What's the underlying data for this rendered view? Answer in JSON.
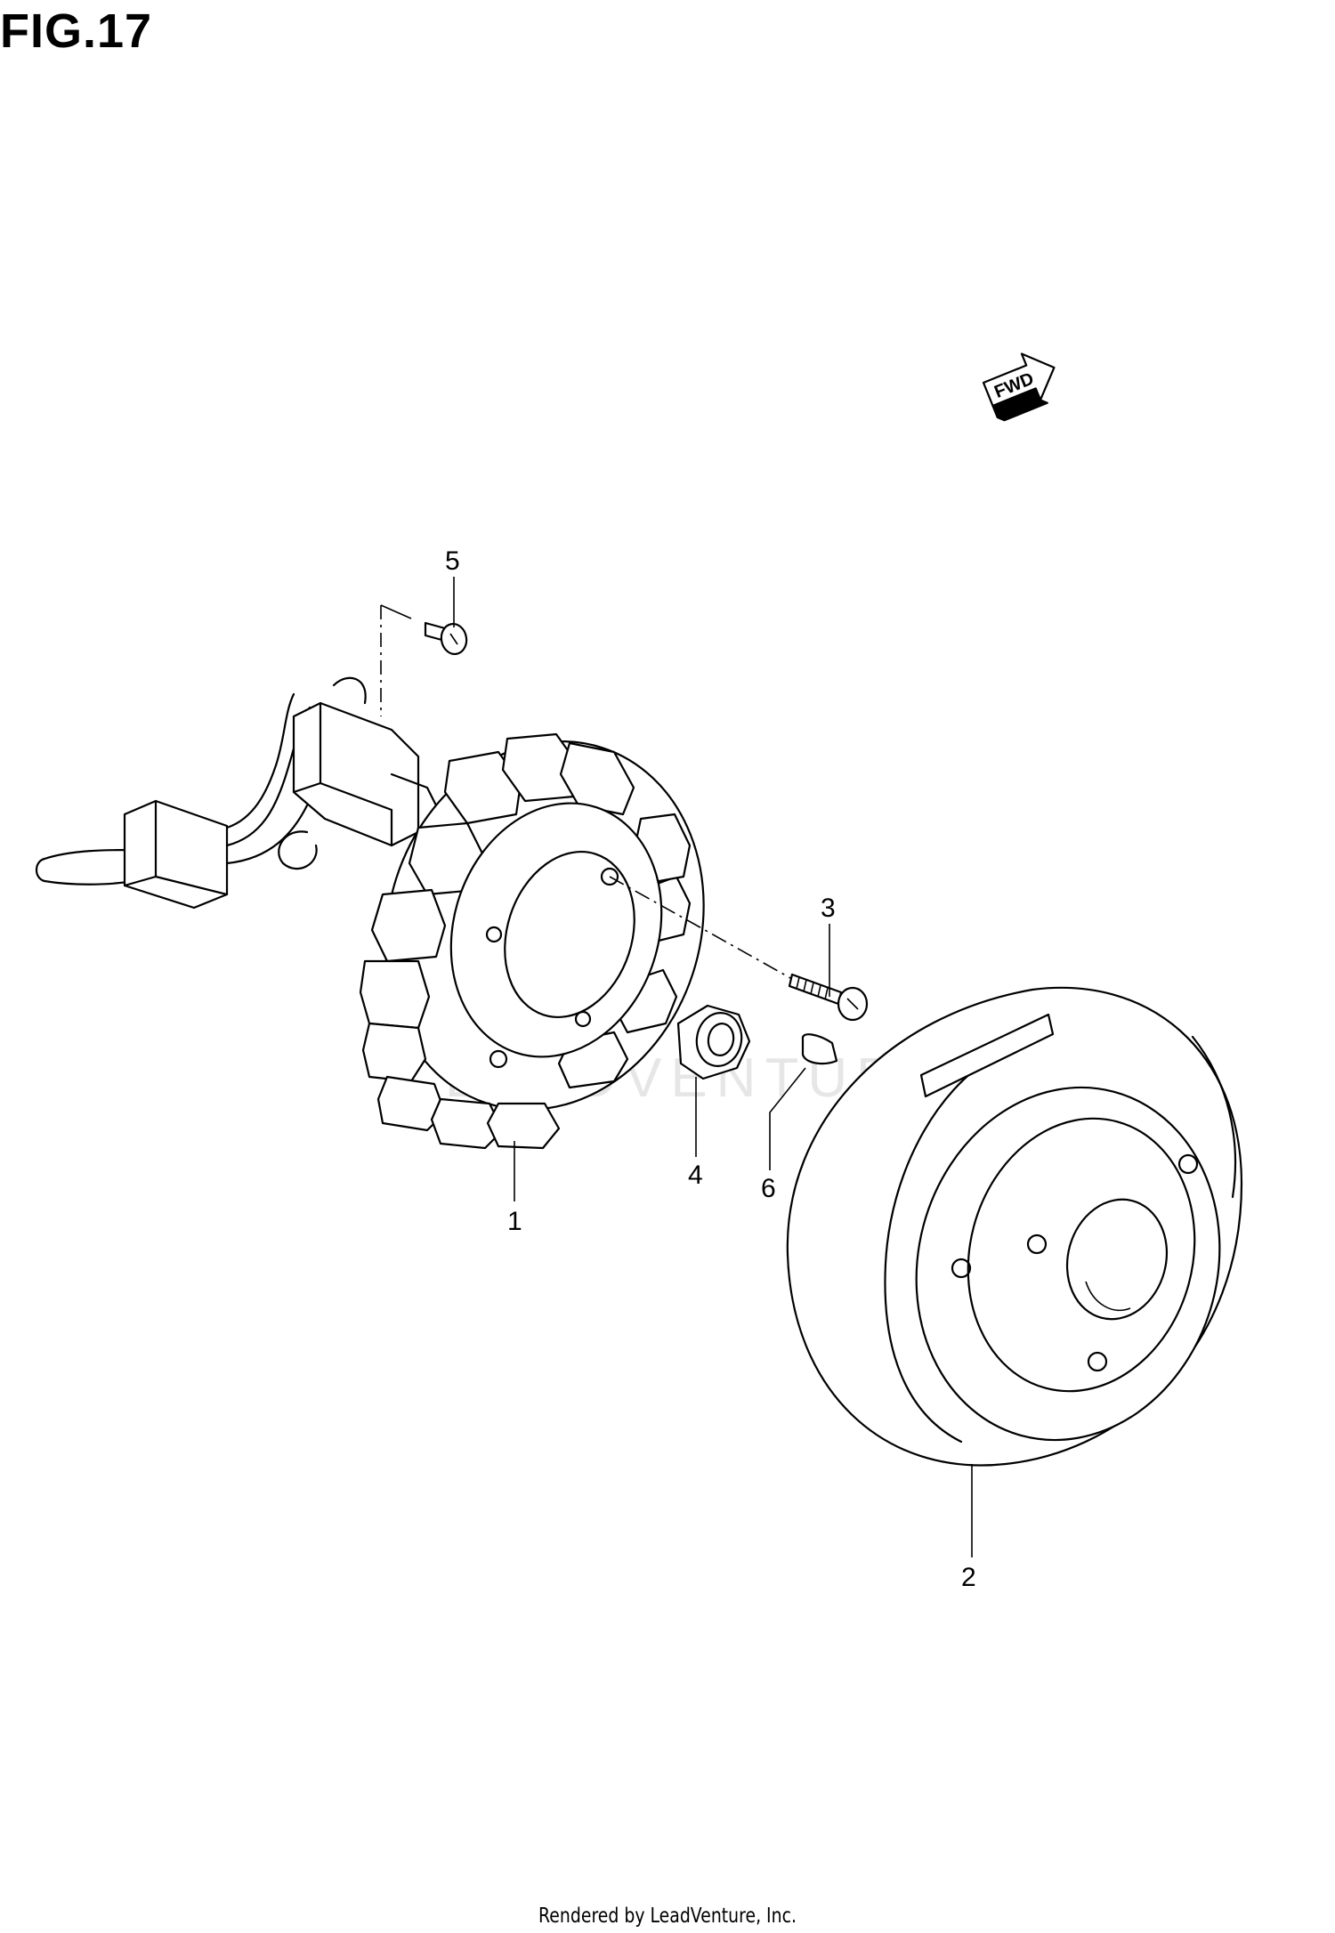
{
  "figure": {
    "title": "FIG.17",
    "fwd_label": "FWD",
    "watermark": "LEADVENTURE"
  },
  "callouts": [
    {
      "id": "1",
      "label": "1"
    },
    {
      "id": "2",
      "label": "2"
    },
    {
      "id": "3",
      "label": "3"
    },
    {
      "id": "4",
      "label": "4"
    },
    {
      "id": "5",
      "label": "5"
    },
    {
      "id": "6",
      "label": "6"
    }
  ],
  "footer": {
    "text": "Rendered by LeadVenture, Inc."
  }
}
